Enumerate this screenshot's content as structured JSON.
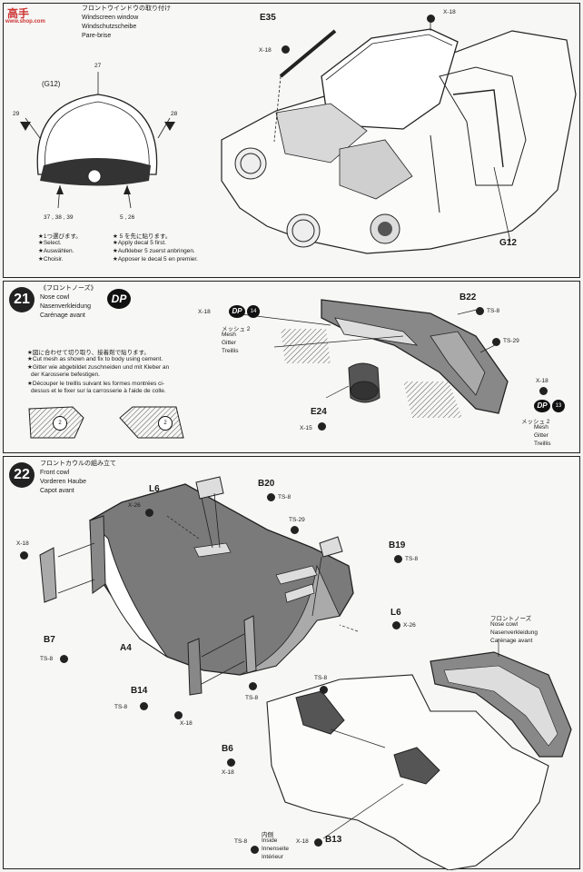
{
  "watermark": {
    "brand": "高手",
    "site": "www.shop.com"
  },
  "step20": {
    "title_jp": "フロントウインドウの取り付け",
    "title_en": "Windscreen window",
    "title_de": "Windschutzscheibe",
    "title_fr": "Pare-brise",
    "part_window": "(G12)",
    "part_g12": "G12",
    "part_e35": "E35",
    "x18_a": "X-18",
    "x18_b": "X-18",
    "decal_27": "27",
    "decal_29": "29",
    "decal_28": "28",
    "decal_37": "37 , 38 , 39",
    "decal_5": "5 , 26",
    "note_select": [
      "★1つ選びます。",
      "★Select.",
      "★Auswählen.",
      "★Choisir."
    ],
    "note_apply": [
      "★ 5 を先に貼ります。",
      "★Apply decal 5 first.",
      "★Aufkleber 5 zuerst anbringen.",
      "★Apposer le decal 5 en premier."
    ]
  },
  "step21": {
    "number": "21",
    "title_jp": "《フロントノーズ》",
    "title_en": "Nose cowl",
    "title_de": "Nasenverkleidung",
    "title_fr": "Carénage avant",
    "dp_label": "DP",
    "dp14": "14",
    "dp13": "13",
    "mesh_left": [
      "メッシュ 2",
      "Mesh",
      "Gitter",
      "Treillis"
    ],
    "mesh_right": [
      "メッシュ 2",
      "Mesh",
      "Gitter",
      "Treillis"
    ],
    "x18_left": "X-18",
    "x18_right": "X-18",
    "x15": "X-15",
    "part_b22": "B22",
    "part_e24": "E24",
    "ts8": "TS-8",
    "ts29": "TS-29",
    "cut_note": [
      "★図に合わせて切り取り、接着剤で貼ります。",
      "★Cut mesh as shown and fix to body using cement.",
      "★Gitter wie abgebildet zuschneiden und mit Kleber an",
      "der Karosserie befestigen.",
      "★Découper le treillis suivant les formes montrées ci-",
      "dessus et le fixer sur la carrosserie à l'aide de colle."
    ],
    "mesh_num": "2"
  },
  "step22": {
    "number": "22",
    "title_jp": "フロントカウルの組み立て",
    "title_en": "Front cowl",
    "title_de": "Vorderen Haube",
    "title_fr": "Capot avant",
    "L6_a": "L6",
    "L6_b": "L6",
    "x26_a": "X-26",
    "x26_b": "X-26",
    "B20": "B20",
    "ts8_b20": "TS-8",
    "ts29": "TS-29",
    "B19": "B19",
    "ts8_b19": "TS-8",
    "x18_left": "X-18",
    "B7": "B7",
    "ts8_b7": "TS-8",
    "A4": "A4",
    "B14": "B14",
    "ts8_b14": "TS-8",
    "x18_b14": "X-18",
    "ts8_mid": "TS-8",
    "ts8_inner": "TS-8",
    "B6": "B6",
    "x18_b6": "X-18",
    "nose_cowl": [
      "フロントノーズ",
      "Nose cowl",
      "Nasenverkleidung",
      "Carénage avant"
    ],
    "inner": [
      "内側",
      "Inside",
      "Innenseite",
      "Intérieur"
    ],
    "ts8_b13": "TS-8",
    "x18_b13": "X-18",
    "B13": "B13"
  }
}
